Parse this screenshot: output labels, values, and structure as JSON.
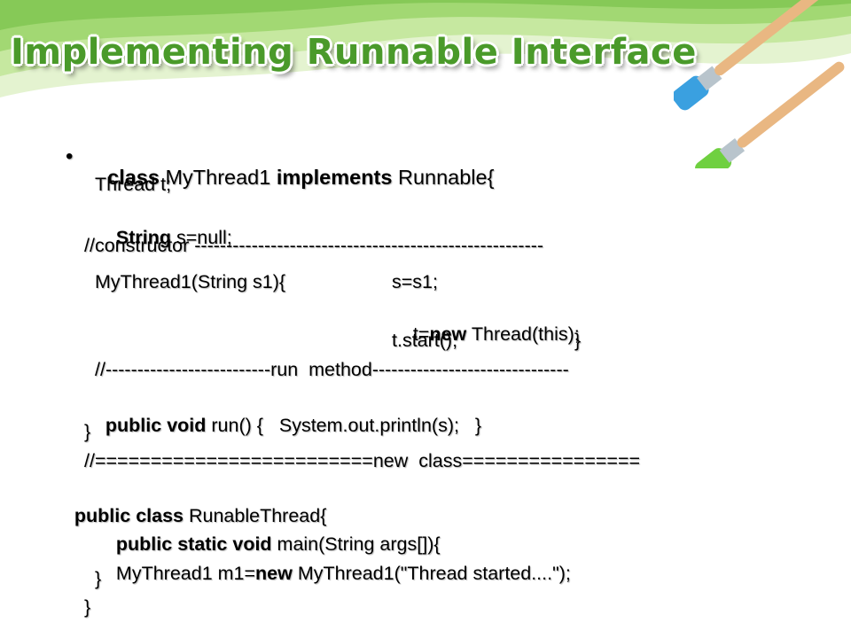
{
  "slide": {
    "title": "Implementing Runnable Interface",
    "bullet_glyph": "•",
    "code": {
      "l1": {
        "k1": "class",
        "t1": " MyThread1 ",
        "k2": "implements",
        "t2": " Runnable{"
      },
      "l2": "Thread t;",
      "l3": {
        "k1": "String",
        "t1": " s=null;"
      },
      "l4": "//constructor -------------------------------------------------------",
      "l5a": "MyThread1(String s1){",
      "l5b": "s=s1;",
      "l6": {
        "t1": "t=",
        "k1": "new",
        "t2": " Thread(this);"
      },
      "l7a": "t.start();",
      "l7b": "}",
      "l8": "//--------------------------run  method-------------------------------",
      "l9": {
        "k1": "public",
        "t1": " ",
        "k2": "void",
        "t2": " run() {   System.out.println(s);   }"
      },
      "l10": "}",
      "l11": "//=========================new  class================",
      "l12": {
        "k1": "public",
        "t1": " ",
        "k2": "class",
        "t2": " RunableThread{"
      },
      "l13": {
        "k1": "public",
        "t1": " ",
        "k2": "static",
        "t2": " ",
        "k3": "void",
        "t3": " main(String args[]){"
      },
      "l14": {
        "t1": "MyThread1 m1=",
        "k1": "new",
        "t2": " MyThread1(\"Thread started....\");"
      },
      "l15": "}",
      "l16": "}"
    }
  },
  "colors": {
    "title": "#4a9a2a",
    "band_light": "#dcefc4",
    "band_dark": "#8fcc5a",
    "brush_blue": "#3aa0e0",
    "brush_green": "#6fd040"
  }
}
